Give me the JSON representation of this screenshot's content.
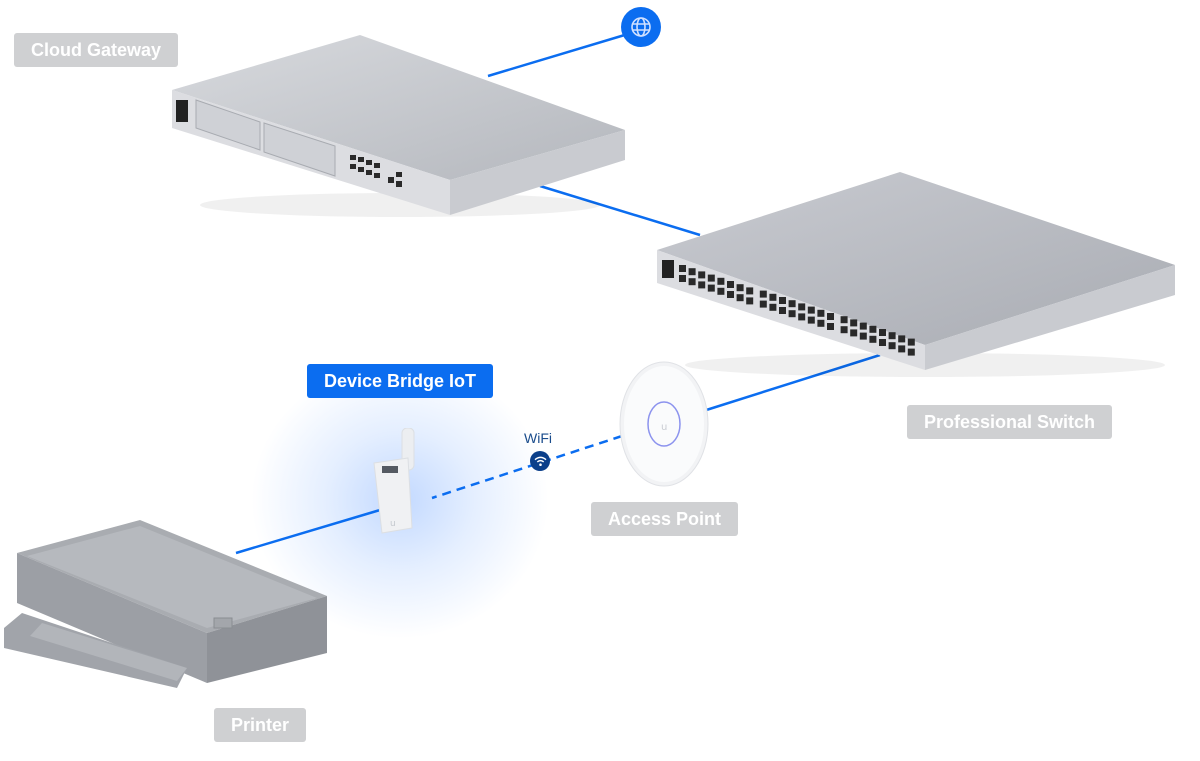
{
  "diagram": {
    "title": "Network topology with Device Bridge IoT",
    "accent_color": "#0b6df0",
    "label_bg_inactive": "#cfd0d2",
    "nodes": [
      {
        "id": "internet",
        "label": "",
        "icon": "globe-icon"
      },
      {
        "id": "cloud-gateway",
        "label": "Cloud Gateway",
        "highlighted": false
      },
      {
        "id": "professional-switch",
        "label": "Professional Switch",
        "highlighted": false
      },
      {
        "id": "access-point",
        "label": "Access Point",
        "highlighted": false
      },
      {
        "id": "device-bridge-iot",
        "label": "Device Bridge IoT",
        "highlighted": true
      },
      {
        "id": "printer",
        "label": "Printer",
        "highlighted": false
      }
    ],
    "links": [
      {
        "from": "internet",
        "to": "cloud-gateway",
        "type": "wired"
      },
      {
        "from": "cloud-gateway",
        "to": "professional-switch",
        "type": "wired"
      },
      {
        "from": "professional-switch",
        "to": "access-point",
        "type": "wired"
      },
      {
        "from": "access-point",
        "to": "device-bridge-iot",
        "type": "wireless",
        "label": "WiFi",
        "icon": "wifi-icon"
      },
      {
        "from": "device-bridge-iot",
        "to": "printer",
        "type": "wired"
      }
    ]
  }
}
